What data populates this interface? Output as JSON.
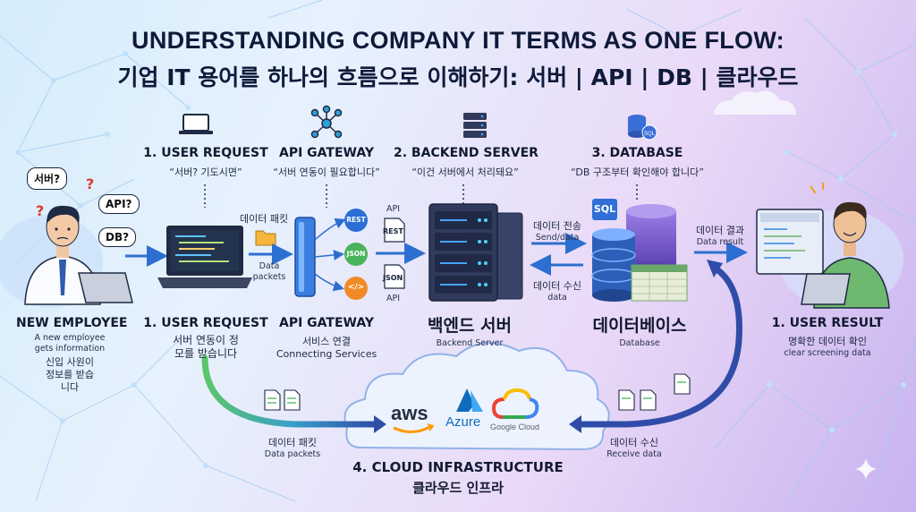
{
  "title": {
    "en": "UNDERSTANDING COMPANY IT TERMS AS ONE FLOW:",
    "ko": "기업 IT 용어를 하나의 흐름으로 이해하기: 서버 | API | DB | 클라우드"
  },
  "top_steps": {
    "user_request": {
      "title": "1. USER REQUEST",
      "quote": "“서버? 기도시면”"
    },
    "api_gateway": {
      "title": "API GATEWAY",
      "quote": "“서버 연동이 필요합니다”"
    },
    "backend_server": {
      "title": "2. BACKEND SERVER",
      "quote": "“이건 서버에서 처리돼요”"
    },
    "database": {
      "title": "3. DATABASE",
      "quote": "“DB 구조부터 확인해야 합니다”"
    }
  },
  "bubbles": [
    "서버?",
    "API?",
    "DB?"
  ],
  "laptop_flow": {
    "label_ko": "데이터 패킷",
    "label_en": "Data packets"
  },
  "api_items": {
    "rest": "REST",
    "json": "JSON",
    "code": "</>"
  },
  "doc_labels": {
    "api_top": "API",
    "rest_doc": "REST",
    "json_doc": "JSON",
    "api_bottom": "API"
  },
  "server_db_arrows": {
    "send_ko": "데이터 전송",
    "send_en": "Send/data",
    "receive_ko": "데이터 수신",
    "receive_en": "data"
  },
  "db_labels": {
    "sql": "SQL",
    "sql_icon": "SQL"
  },
  "result_arrow": {
    "ko": "데이터 결과",
    "en": "Data result"
  },
  "bottom_labels": {
    "new_employee": {
      "title": "NEW EMPLOYEE",
      "en": "A new employee gets information",
      "ko": "신입 사원이 정보를 받습니다"
    },
    "user_request": {
      "title": "1. USER REQUEST",
      "ko": "서버 연동이 정모를 받습니다"
    },
    "api_gateway": {
      "title": "API GATEWAY",
      "ko": "서비스 연결",
      "en": "Connecting Services"
    },
    "backend": {
      "ko": "백엔드 서버",
      "en": "Backend Server"
    },
    "database": {
      "ko": "데이터베이스",
      "en": "Database"
    },
    "user_result": {
      "title": "1. USER RESULT",
      "ko": "명확한 데이터 확인",
      "en": "clear screening data"
    }
  },
  "cloud": {
    "providers": [
      "aws",
      "Azure",
      "Google Cloud"
    ],
    "left_ko": "데이터 패킷",
    "left_en": "Data packets",
    "right_ko": "데이터 수신",
    "right_en": "Receive data",
    "title": "4. CLOUD INFRASTRUCTURE",
    "title_ko": "클라우드 인프라"
  },
  "colors": {
    "arrow_blue": "#2d6fd0",
    "arrow_green": "#3fae5a",
    "server": "#2f3a5c",
    "server_led": "#47a3ff",
    "db_purple": "#7a5bc9",
    "db_green": "#6aa86a",
    "cloud": "#eaf2ff",
    "aws_orange": "#ff9900",
    "azure_blue": "#0f6cbd"
  }
}
